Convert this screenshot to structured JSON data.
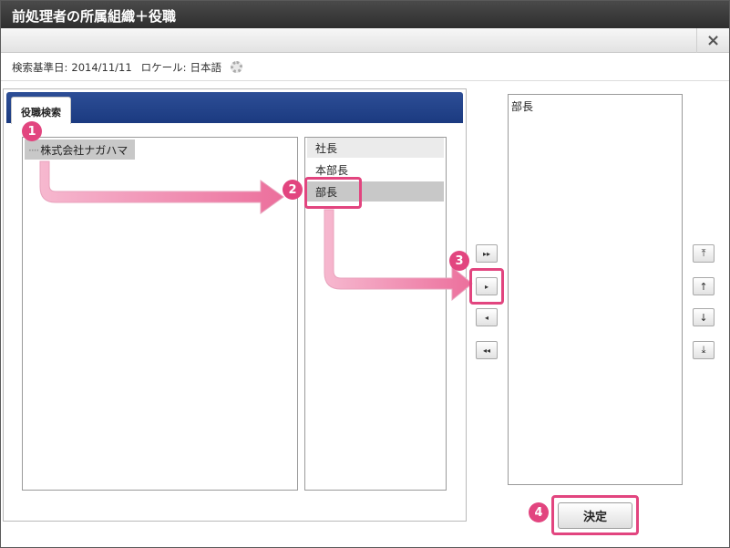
{
  "window": {
    "title": "前処理者の所属組織＋役職",
    "close_icon": "×"
  },
  "info": {
    "base_date_label": "検索基準日:",
    "base_date": "2014/11/11",
    "locale_label": "ロケール:",
    "locale": "日本語"
  },
  "search": {
    "tab_label": "役職検索"
  },
  "tree": {
    "root_label": "株式会社ナガハマ",
    "root_prefix": "····"
  },
  "posts": {
    "items": [
      "社長",
      "本部長",
      "部長"
    ]
  },
  "move_buttons": {
    "add_all": "▸▸",
    "add": "▸",
    "remove": "◂",
    "remove_all": "◂◂"
  },
  "order_buttons": {
    "top": "⤒",
    "up": "↑",
    "down": "↓",
    "bottom": "⤓"
  },
  "selected": {
    "items": [
      "部長"
    ]
  },
  "actions": {
    "decide": "決定"
  },
  "steps": [
    "1",
    "2",
    "3",
    "4"
  ],
  "colors": {
    "accent": "#e2457f",
    "tab_header": "#1b3a80"
  }
}
